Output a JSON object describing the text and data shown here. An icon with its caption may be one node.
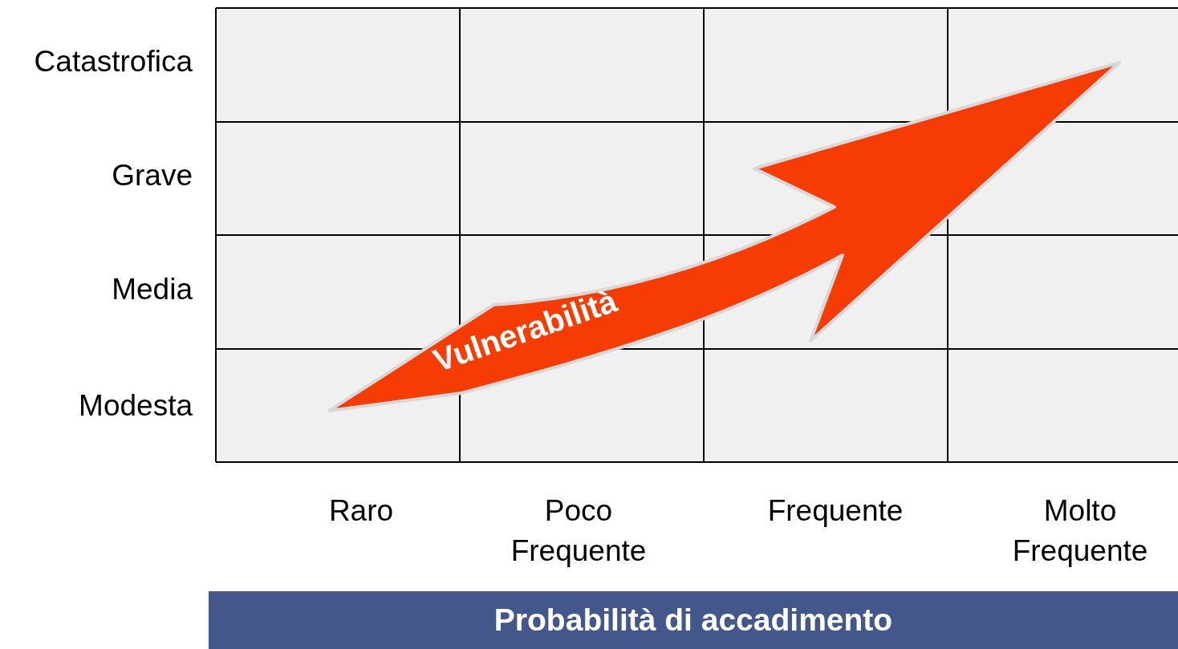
{
  "diagram": {
    "nodes": [
      {
        "text": [
          "Probabilità di accadimento"
        ]
      }
    ],
    "labels": [
      "Catastrofica",
      "Grave",
      "Media",
      "Vulnerabilità",
      "Modesta",
      "Raro",
      "Poco Frequente",
      "Frequente",
      "Molto Frequente"
    ]
  }
}
